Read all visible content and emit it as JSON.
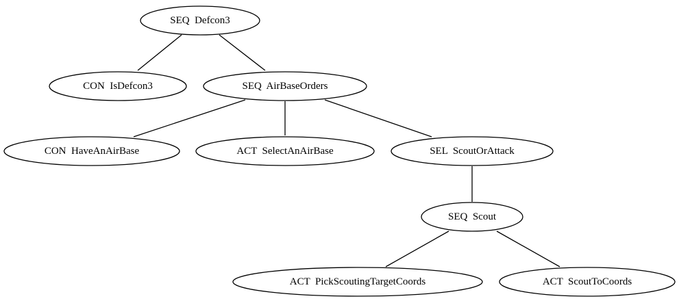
{
  "diagram": {
    "nodes": [
      {
        "id": "defcon3",
        "label": "SEQ  Defcon3"
      },
      {
        "id": "isdefcon3",
        "label": "CON  IsDefcon3"
      },
      {
        "id": "airbaseorders",
        "label": "SEQ  AirBaseOrders"
      },
      {
        "id": "haveanairbase",
        "label": "CON  HaveAnAirBase"
      },
      {
        "id": "selectanairbase",
        "label": "ACT  SelectAnAirBase"
      },
      {
        "id": "scoutorattack",
        "label": "SEL  ScoutOrAttack"
      },
      {
        "id": "scout",
        "label": "SEQ  Scout"
      },
      {
        "id": "pickscoutingtargetcoords",
        "label": "ACT  PickScoutingTargetCoords"
      },
      {
        "id": "scouttocoords",
        "label": "ACT  ScoutToCoords"
      }
    ],
    "edges": [
      {
        "from": "defcon3",
        "to": "isdefcon3"
      },
      {
        "from": "defcon3",
        "to": "airbaseorders"
      },
      {
        "from": "airbaseorders",
        "to": "haveanairbase"
      },
      {
        "from": "airbaseorders",
        "to": "selectanairbase"
      },
      {
        "from": "airbaseorders",
        "to": "scoutorattack"
      },
      {
        "from": "scoutorattack",
        "to": "scout"
      },
      {
        "from": "scout",
        "to": "pickscoutingtargetcoords"
      },
      {
        "from": "scout",
        "to": "scouttocoords"
      }
    ]
  }
}
